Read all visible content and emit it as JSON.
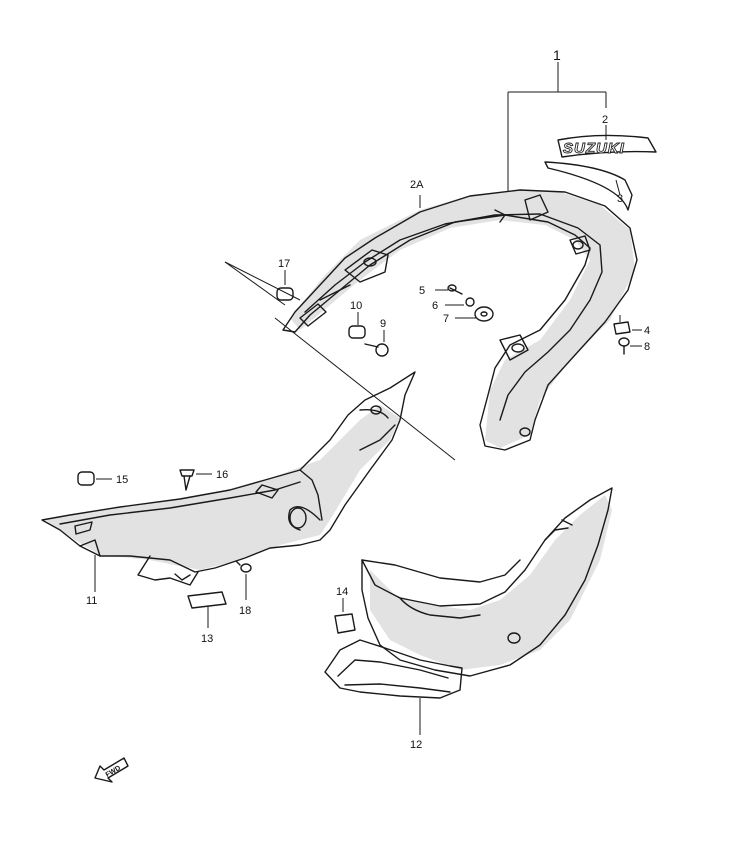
{
  "colors": {
    "line": "#1a1a1a",
    "shade": "#e2e2e2",
    "background": "#ffffff"
  },
  "emblem_text": "SUZUKI",
  "fwd_text": "FWD",
  "callouts": {
    "c1": "1",
    "c2": "2",
    "c2a": "2A",
    "c3": "3",
    "c4": "4",
    "c5": "5",
    "c6": "6",
    "c7": "7",
    "c8": "8",
    "c9": "9",
    "c10": "10",
    "c11": "11",
    "c12": "12",
    "c13": "13",
    "c14": "14",
    "c15": "15",
    "c16": "16",
    "c17": "17",
    "c18": "18"
  }
}
